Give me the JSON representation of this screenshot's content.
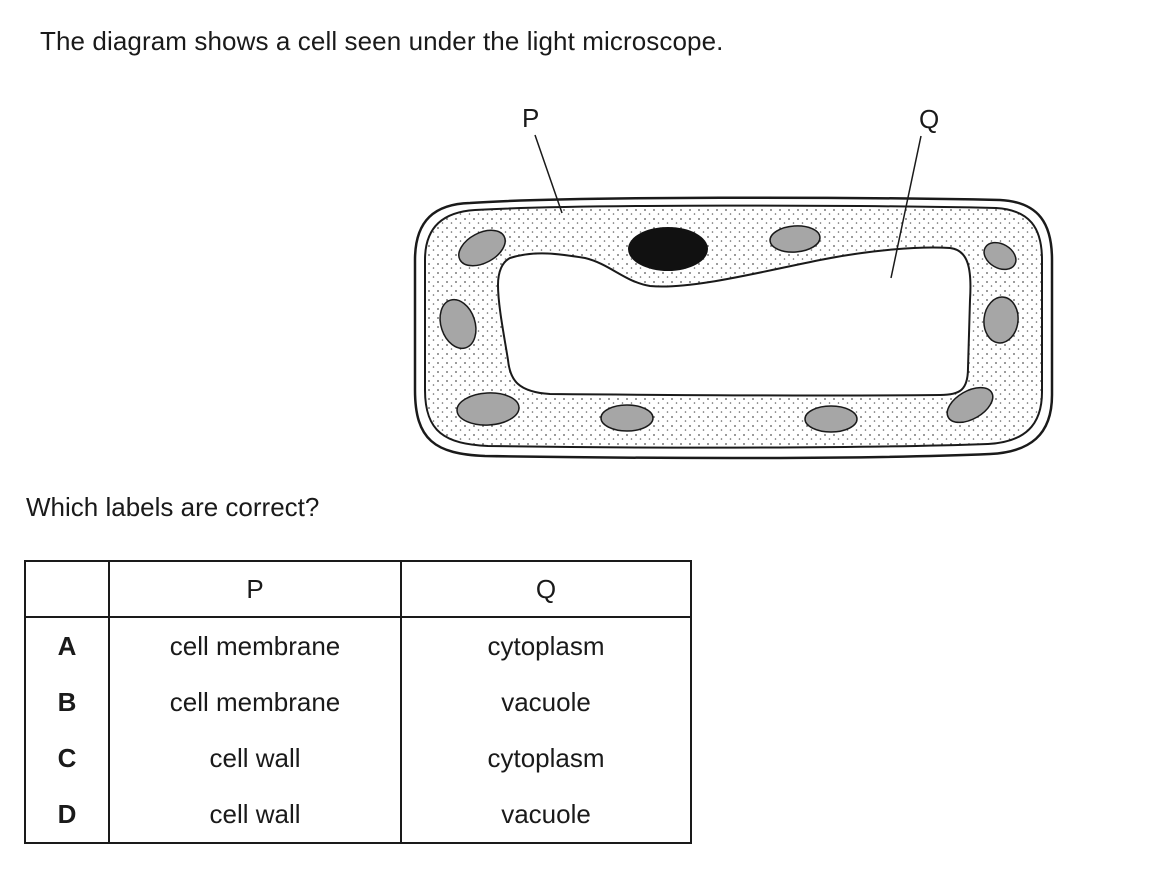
{
  "question": {
    "text": "The diagram shows a cell seen under the light microscope."
  },
  "diagram": {
    "label_p": "P",
    "label_q": "Q"
  },
  "prompt": {
    "text": "Which labels are correct?"
  },
  "table": {
    "headers": [
      "",
      "P",
      "Q"
    ],
    "rows": [
      {
        "key": "A",
        "p": "cell membrane",
        "q": "cytoplasm"
      },
      {
        "key": "B",
        "p": "cell membrane",
        "q": "vacuole"
      },
      {
        "key": "C",
        "p": "cell wall",
        "q": "cytoplasm"
      },
      {
        "key": "D",
        "p": "cell wall",
        "q": "vacuole"
      }
    ]
  },
  "colors": {
    "outline": "#1a1a1a",
    "chloroplast": "#a6a6a6",
    "nucleus": "#111111",
    "cytoplasm_dots": "#555555"
  }
}
